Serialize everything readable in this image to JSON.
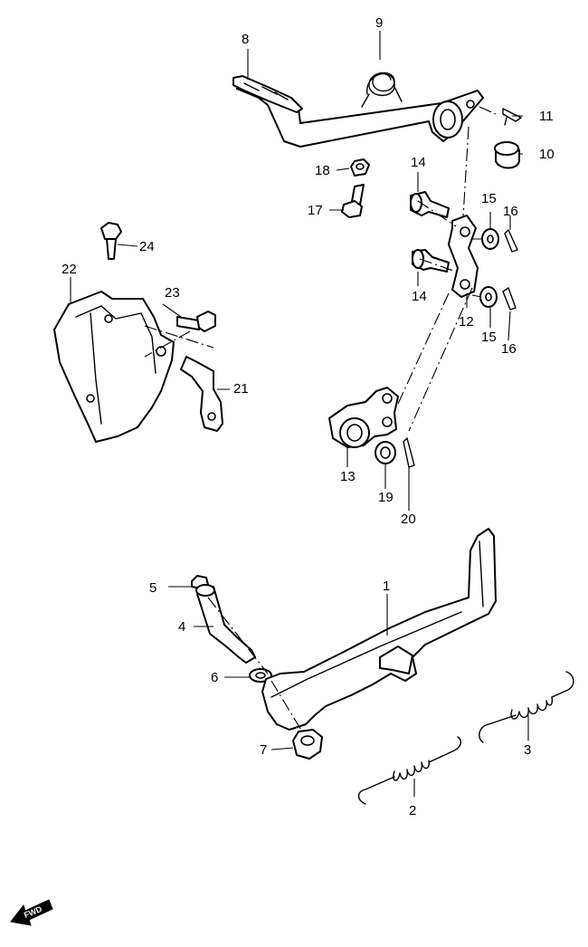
{
  "diagram": {
    "callouts": {
      "c1": "1",
      "c2": "2",
      "c3": "3",
      "c4": "4",
      "c5": "5",
      "c6": "6",
      "c7": "7",
      "c8": "8",
      "c9": "9",
      "c10": "10",
      "c11": "11",
      "c12": "12",
      "c13": "13",
      "c14a": "14",
      "c14b": "14",
      "c15a": "15",
      "c15b": "15",
      "c16a": "16",
      "c16b": "16",
      "c17": "17",
      "c18": "18",
      "c19": "19",
      "c20": "20",
      "c21": "21",
      "c22": "22",
      "c23": "23",
      "c24": "24"
    },
    "fwd_label": "FWD"
  }
}
